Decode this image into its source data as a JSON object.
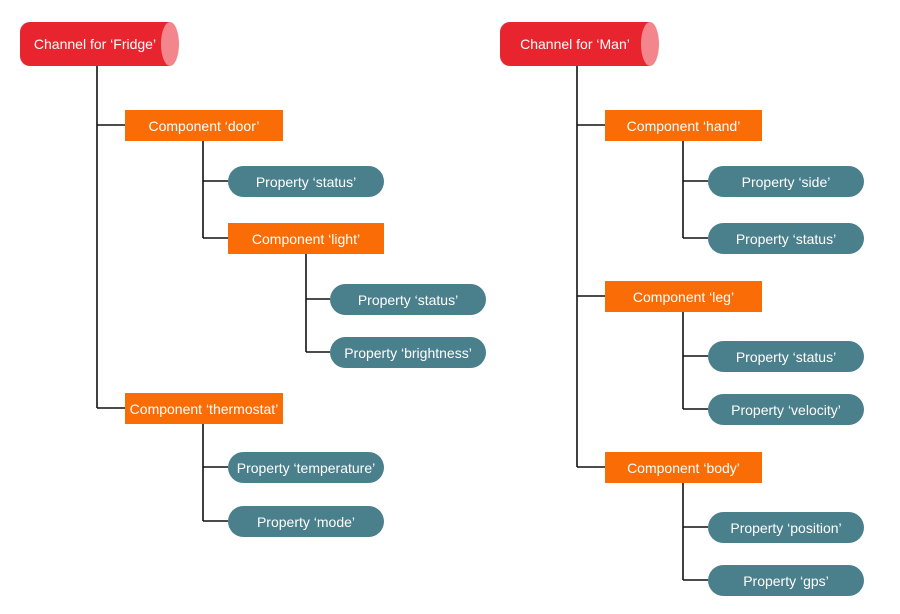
{
  "colors": {
    "channel": "#e8252f",
    "channel_cap": "#f3868c",
    "component": "#fa6c06",
    "property": "#4a7f8c",
    "connector": "#111111",
    "text": "#ffffff"
  },
  "trees": [
    {
      "channel": "Channel for ‘Fridge’",
      "components": [
        {
          "label": "Component ‘door’",
          "properties": [
            "Property ‘status’"
          ],
          "subcomponent": {
            "label": "Component ‘light’",
            "properties": [
              "Property ‘status’",
              "Property ‘brightness’"
            ]
          }
        },
        {
          "label": "Component ‘thermostat’",
          "properties": [
            "Property ‘temperature’",
            "Property ‘mode’"
          ]
        }
      ]
    },
    {
      "channel": "Channel for ‘Man’",
      "components": [
        {
          "label": "Component ‘hand’",
          "properties": [
            "Property ‘side’",
            "Property ‘status’"
          ]
        },
        {
          "label": "Component ‘leg’",
          "properties": [
            "Property ‘status’",
            "Property ‘velocity’"
          ]
        },
        {
          "label": "Component ‘body’",
          "properties": [
            "Property ‘position’",
            "Property ‘gps’"
          ]
        }
      ]
    }
  ]
}
